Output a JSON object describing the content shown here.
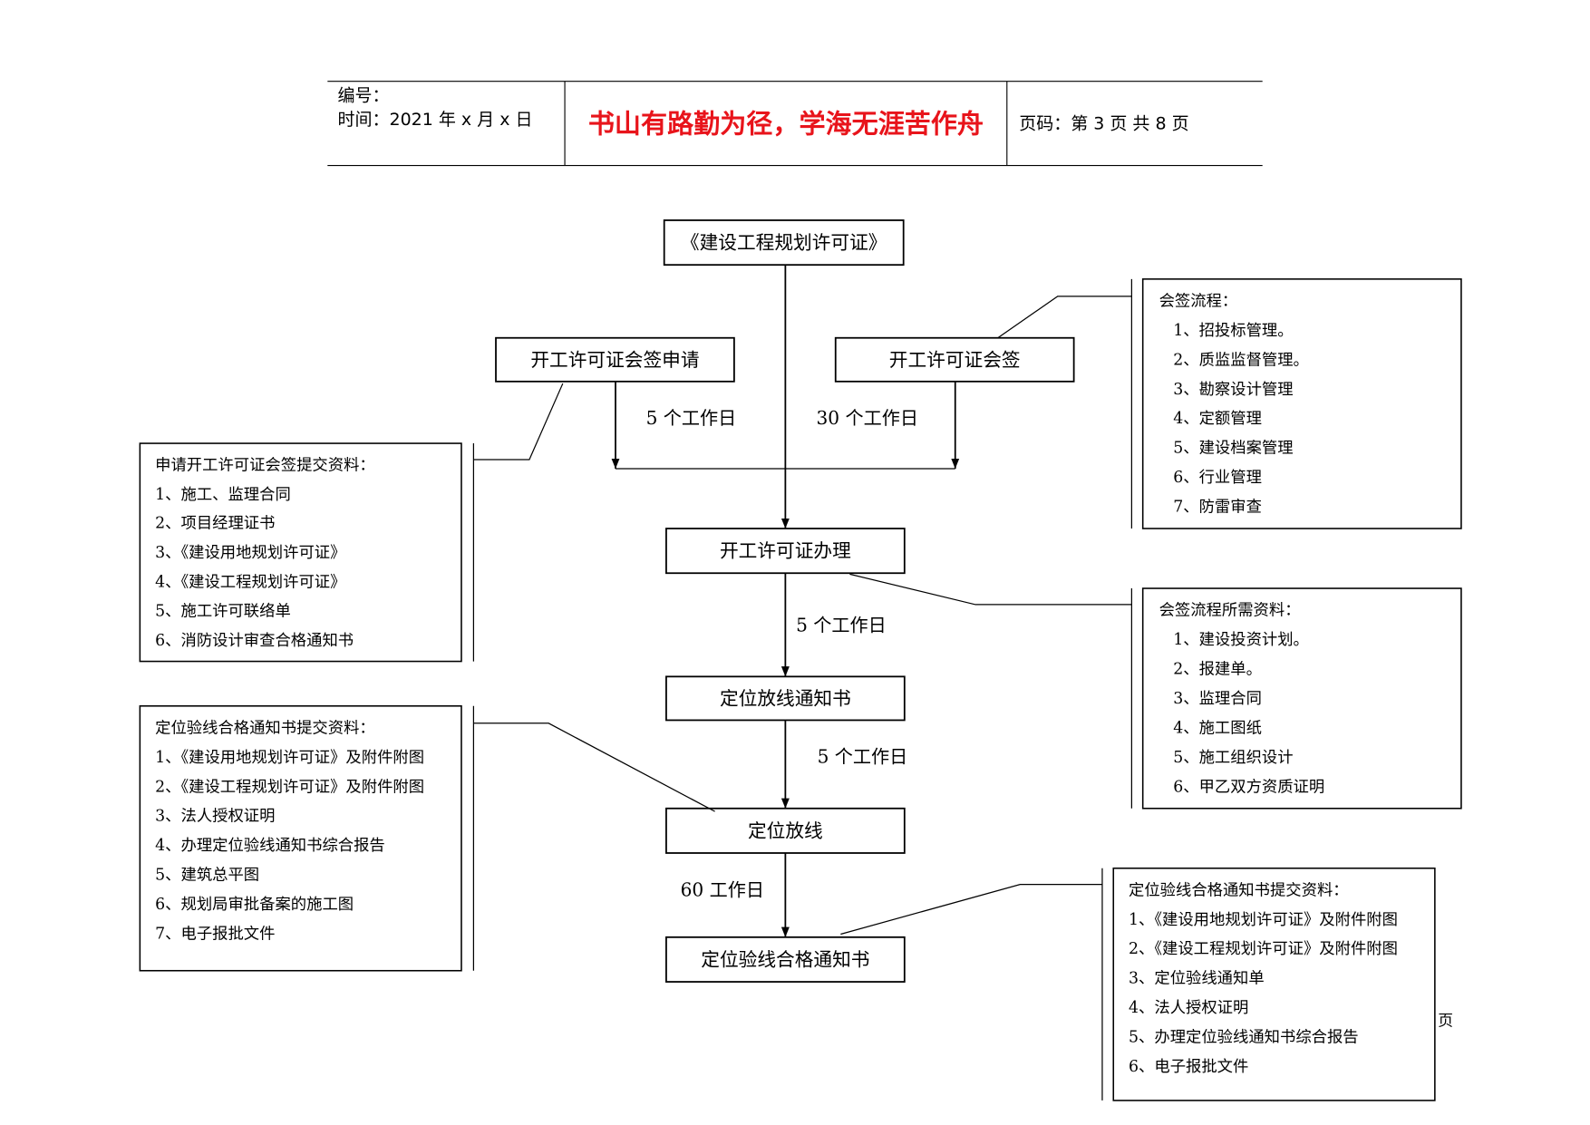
{
  "header": {
    "serial_label": "编号：",
    "date_line": "时间：2021 年 x 月 x 日",
    "slogan": "书山有路勤为径，学海无涯苦作舟",
    "page_code": "页码：第 3 页 共 8 页"
  },
  "colors": {
    "slogan": "#e8141b"
  },
  "flow": {
    "nodes": {
      "planning_permit": "《建设工程规划许可证》",
      "sign_apply": "开工许可证会签申请",
      "countersign": "开工许可证会签",
      "permit_processing": "开工许可证办理",
      "setting_out_notice": "定位放线通知书",
      "setting_out": "定位放线",
      "acceptance_notice": "定位验线合格通知书"
    },
    "durations": {
      "sign_apply": "5 个工作日",
      "countersign": "30 个工作日",
      "permit_to_notice": "5 个工作日",
      "notice_to_setting_out": "5 个工作日",
      "setting_out_to_acceptance": "60 工作日"
    },
    "notes": {
      "apply_materials": {
        "title": "申请开工许可证会签提交资料：",
        "items": [
          "1、施工、监理合同",
          "2、项目经理证书",
          "3、《建设用地规划许可证》",
          "4、《建设工程规划许可证》",
          "5、施工许可联络单",
          "6、消防设计审查合格通知书"
        ]
      },
      "countersign_process": {
        "title": "会签流程：",
        "items": [
          "1、招投标管理。",
          "2、质监监督管理。",
          "3、勘察设计管理",
          "4、定额管理",
          "5、建设档案管理",
          "6、行业管理",
          "7、防雷审查"
        ]
      },
      "countersign_materials": {
        "title": "会签流程所需资料：",
        "items": [
          "1、建设投资计划。",
          "2、报建单。",
          "3、监理合同",
          "4、施工图纸",
          "5、施工组织设计",
          "6、甲乙双方资质证明"
        ]
      },
      "setting_out_materials": {
        "title": "定位验线合格通知书提交资料：",
        "items": [
          "1、《建设用地规划许可证》及附件附图",
          "2、《建设工程规划许可证》及附件附图",
          "3、法人授权证明",
          "4、办理定位验线通知书综合报告",
          "5、建筑总平图",
          "6、规划局审批备案的施工图",
          "7、电子报批文件"
        ]
      },
      "acceptance_materials": {
        "title": "定位验线合格通知书提交资料：",
        "items": [
          "1、《建设用地规划许可证》及附件附图",
          "2、《建设工程规划许可证》及附件附图",
          "3、定位验线通知单",
          "4、法人授权证明",
          "5、办理定位验线通知书综合报告",
          "6、电子报批文件"
        ]
      }
    }
  },
  "page_mark": "页"
}
